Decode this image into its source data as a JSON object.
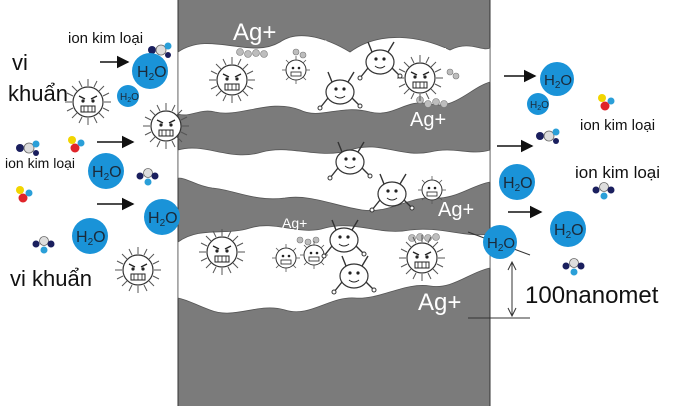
{
  "labels": {
    "ion_kim_loai": "ion kim loại",
    "vi_khuan_line1": "vi",
    "vi_khuan_line2": "khuẩn",
    "vi_khuan": "vi khuẩn",
    "ag_plus": "Ag+",
    "h2o_main": "H",
    "h2o_sub": "2",
    "h2o_tail": "O",
    "scale": "100nanomet"
  },
  "colors": {
    "membrane": "#7b7b7b",
    "pore": "#ffffff",
    "water": "#1a93d8",
    "water_text": "#1b2a3a",
    "arrow": "#111111",
    "ion_navy": "#1a1f5e",
    "ion_red": "#e0242a",
    "ion_yellow": "#f2d500",
    "ion_blue": "#2a9fd8",
    "ion_grey": "#bdbdbd"
  }
}
